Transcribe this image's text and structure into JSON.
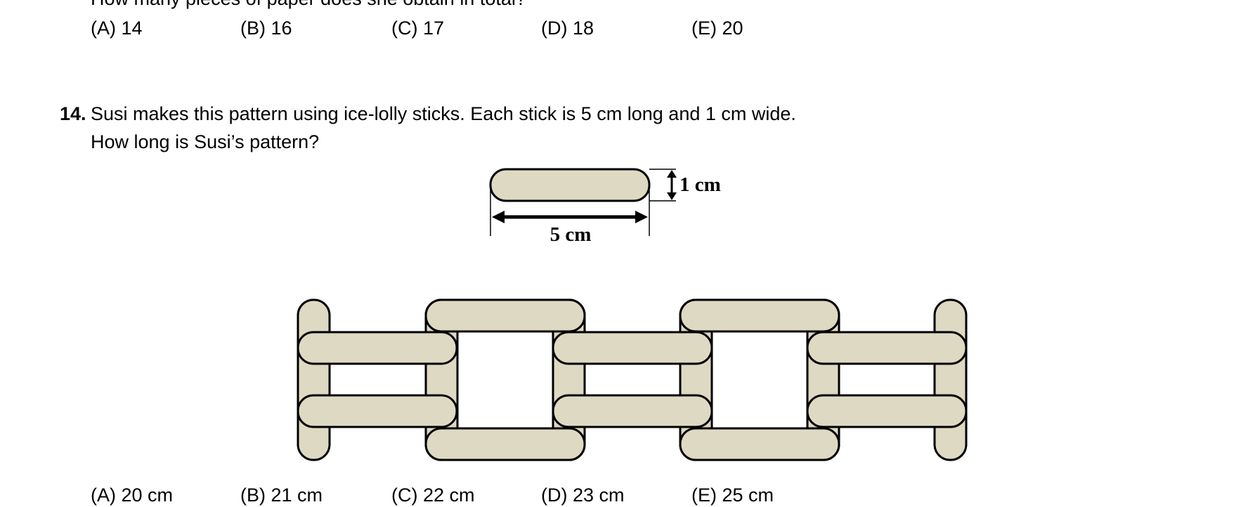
{
  "prev_question": {
    "text_partial": "How many pieces of paper does she obtain in total?",
    "options": [
      "(A) 14",
      "(B) 16",
      "(C) 17",
      "(D) 18",
      "(E) 20"
    ]
  },
  "question": {
    "number": "14.",
    "line1": "Susi makes this pattern using ice-lolly sticks. Each stick is 5 cm long and 1 cm wide.",
    "line2": "How long is Susi’s pattern?",
    "stick_width_label": "1 cm",
    "stick_length_label": "5 cm",
    "options": [
      "(A) 20 cm",
      "(B) 21 cm",
      "(C) 22 cm",
      "(D) 23 cm",
      "(E) 25 cm"
    ]
  },
  "colors": {
    "stick_fill": "#ddd9c3",
    "stroke": "#000000"
  }
}
